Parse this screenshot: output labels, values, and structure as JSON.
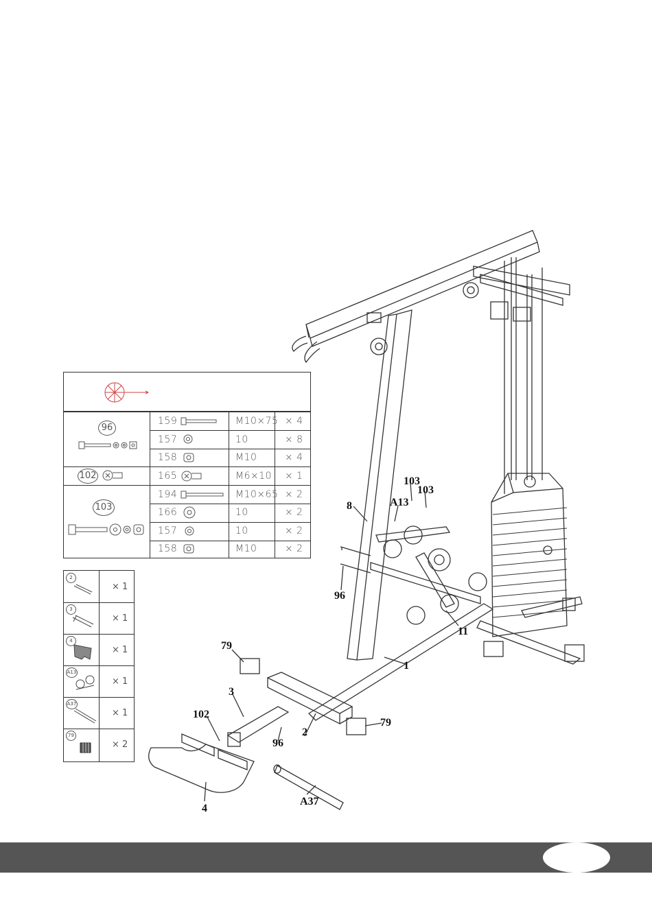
{
  "hardware": {
    "groups": [
      {
        "id": "96",
        "rows": [
          {
            "code": "159",
            "size": "M10×75",
            "qty": "× 4"
          },
          {
            "code": "157",
            "size": "10",
            "qty": "× 8"
          },
          {
            "code": "158",
            "size": "M10",
            "qty": "× 4"
          }
        ]
      },
      {
        "id": "102",
        "rows": [
          {
            "code": "165",
            "size": "M6×10",
            "qty": "× 1"
          }
        ]
      },
      {
        "id": "103",
        "rows": [
          {
            "code": "194",
            "size": "M10×65",
            "qty": "× 2"
          },
          {
            "code": "166",
            "size": "10",
            "qty": "× 2"
          },
          {
            "code": "157",
            "size": "10",
            "qty": "× 2"
          },
          {
            "code": "158",
            "size": "M10",
            "qty": "× 2"
          }
        ]
      }
    ]
  },
  "parts": [
    {
      "id": "2",
      "qty": "× 1"
    },
    {
      "id": "3",
      "qty": "× 1"
    },
    {
      "id": "4",
      "qty": "× 1"
    },
    {
      "id": "A13",
      "qty": "× 1"
    },
    {
      "id": "A37",
      "qty": "× 1"
    },
    {
      "id": "79",
      "qty": "× 2"
    }
  ],
  "callouts": {
    "c103a": "103",
    "c103b": "103",
    "c8": "8",
    "cA13": "A13",
    "c96a": "96",
    "c11": "11",
    "c1": "1",
    "c79a": "79",
    "c3": "3",
    "c102": "102",
    "c79b": "79",
    "c96b": "96",
    "c2": "2",
    "c4": "4",
    "cA37": "A37"
  },
  "icons": {
    "tool": "cross-wrench-icon"
  }
}
